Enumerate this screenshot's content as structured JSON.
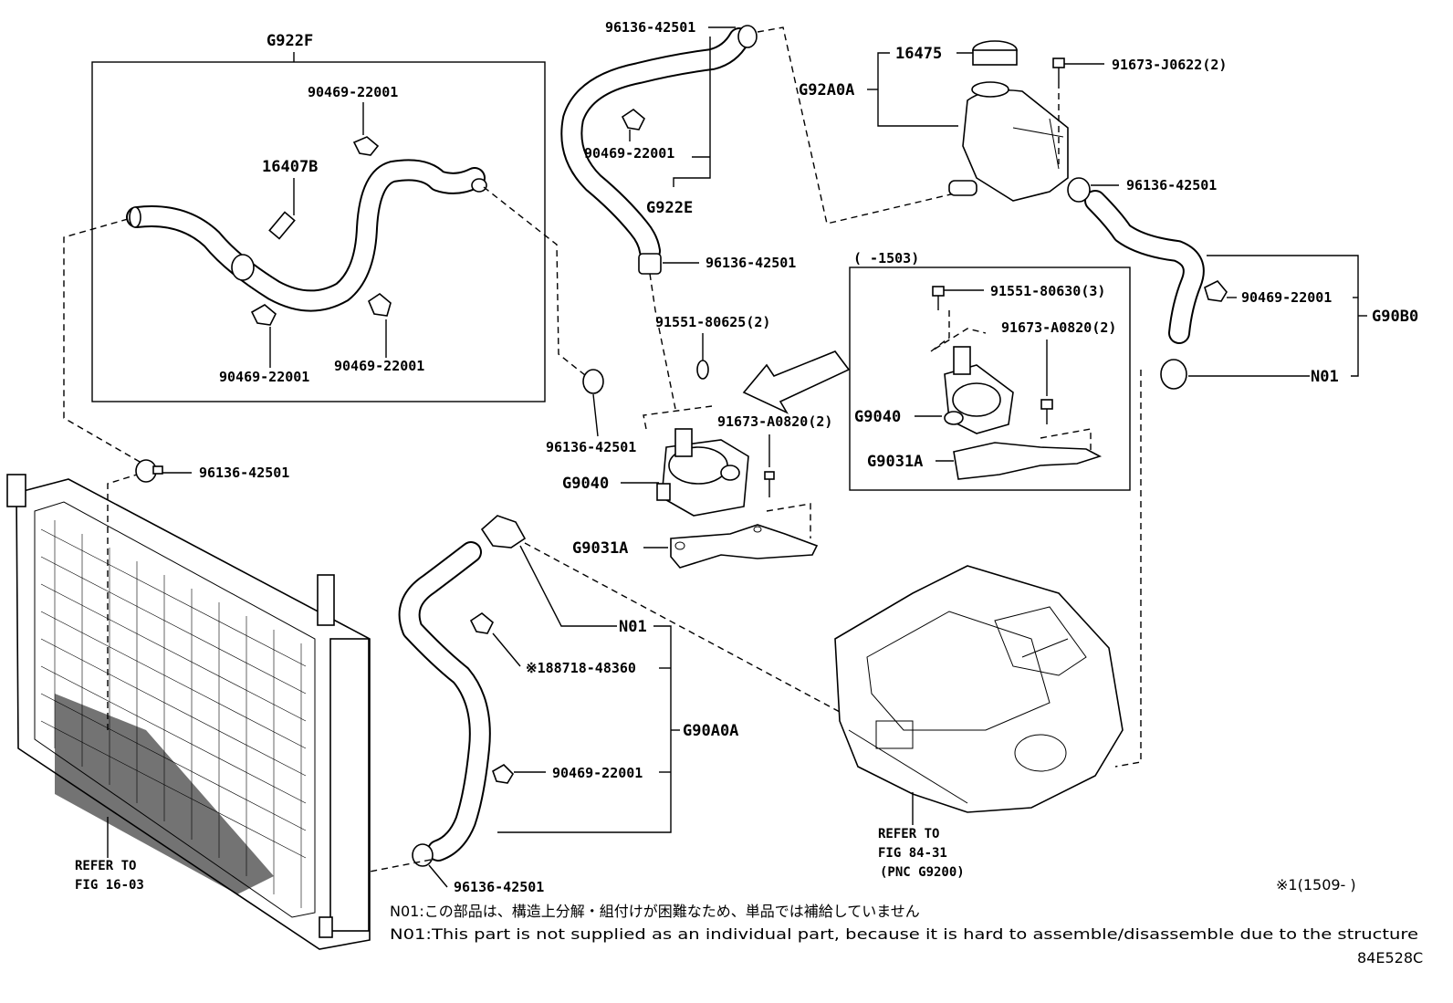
{
  "labels": {
    "g922f": "G922F",
    "clip_a": "90469-22001",
    "p16407b": "16407B",
    "clip_b": "90469-22001",
    "clip_c": "90469-22001",
    "clamp_rad": "96136-42501",
    "clamp_top": "96136-42501",
    "clip_d": "90469-22001",
    "g922e": "G922E",
    "clamp_e": "96136-42501",
    "bolt_a": "91551-80625(2)",
    "clamp_f": "96136-42501",
    "g9040_main": "G9040",
    "bolt_b": "91673-A0820(2)",
    "g9031a_main": "G9031A",
    "p16475": "16475",
    "g92a0a": "G92A0A",
    "bolt_c": "91673-J0622(2)",
    "clamp_g": "96136-42501",
    "clip_e": "90469-22001",
    "g90b0": "G90B0",
    "n01_right": "N01",
    "inset_range": "(    -1503)",
    "bolt_d": "91551-80630(3)",
    "bolt_e": "91673-A0820(2)",
    "g9040_inset": "G9040",
    "g9031a_inset": "G9031A",
    "n01_lower": "N01",
    "hose_note": "※188718-48360",
    "g90a0a": "G90A0A",
    "clip_f": "90469-22001",
    "clamp_h": "96136-42501",
    "refer_radiator_1": "REFER TO",
    "refer_radiator_2": "FIG 16-03",
    "refer_inverter_1": "REFER TO",
    "refer_inverter_2": "FIG 84-31",
    "refer_inverter_3": "(PNC G9200)",
    "footnote_mark": "※1(1509-     )",
    "note_jp": "N01:この部品は、構造上分解・組付けが困難なため、単品では補給していません",
    "note_en": "N01:This part is not supplied as an individual part, because it is hard to assemble/disassemble due to the structure",
    "figure_code": "84E528C"
  }
}
